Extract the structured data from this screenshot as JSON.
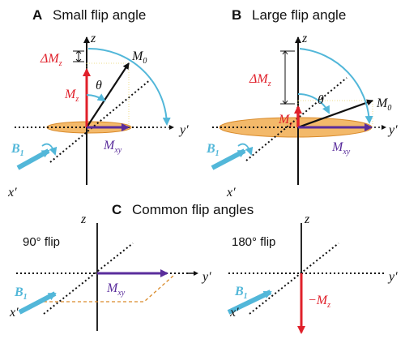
{
  "colors": {
    "red": "#e0202a",
    "purple": "#5a2d9c",
    "cyan": "#52b7d9",
    "ellipse": "#f3b96a",
    "ellipse_stroke": "#d98a2a",
    "dashed_orange": "#d98a2a",
    "axis": "#111111"
  },
  "panel_a": {
    "letter": "A",
    "title": "Small flip angle",
    "z": "z",
    "y": "y′",
    "x": "x′",
    "delta_mz": "ΔM",
    "delta_mz_sub": "z",
    "mz": "M",
    "mz_sub": "z",
    "m0": "M",
    "m0_sub": "0",
    "theta": "θ",
    "b1": "B",
    "b1_sub": "1",
    "mxy": "M",
    "mxy_sub": "xy"
  },
  "panel_b": {
    "letter": "B",
    "title": "Large flip angle",
    "z": "z",
    "y": "y′",
    "x": "x′",
    "delta_mz": "ΔM",
    "delta_mz_sub": "z",
    "mz": "M",
    "mz_sub": "z",
    "m0": "M",
    "m0_sub": "0",
    "theta": "θ",
    "b1": "B",
    "b1_sub": "1",
    "mxy": "M",
    "mxy_sub": "xy"
  },
  "panel_c": {
    "letter": "C",
    "title": "Common flip angles",
    "left": {
      "label": "90° flip",
      "z": "z",
      "y": "y′",
      "x": "x′",
      "b1": "B",
      "b1_sub": "1",
      "mxy": "M",
      "mxy_sub": "xy"
    },
    "right": {
      "label": "180° flip",
      "z": "z",
      "y": "y′",
      "x": "x′",
      "b1": "B",
      "b1_sub": "1",
      "neg_mz": "−M",
      "neg_mz_sub": "z"
    }
  }
}
